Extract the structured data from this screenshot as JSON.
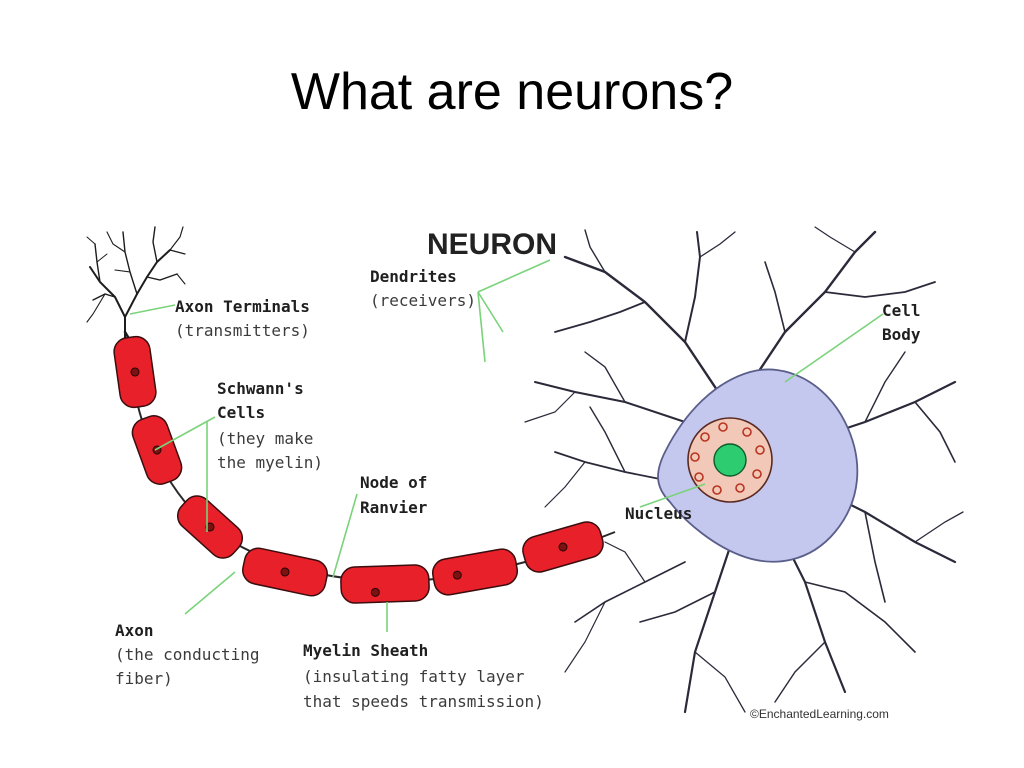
{
  "slide": {
    "title": "What are neurons?"
  },
  "diagram": {
    "heading": "NEURON",
    "labels": {
      "dendrites": "Dendrites",
      "dendrites_note": "(receivers)",
      "axon_terminals": "Axon Terminals",
      "axon_terminals_note": "(transmitters)",
      "cell_body_1": "Cell",
      "cell_body_2": "Body",
      "schwanns_1": "Schwann's",
      "schwanns_2": "Cells",
      "schwanns_note_1": "(they make",
      "schwanns_note_2": "the myelin)",
      "node_1": "Node of",
      "node_2": "Ranvier",
      "nucleus": "Nucleus",
      "axon": "Axon",
      "axon_note_1": "(the conducting",
      "axon_note_2": "fiber)",
      "myelin": "Myelin Sheath",
      "myelin_note_1": "(insulating fatty layer",
      "myelin_note_2": "that speeds transmission)"
    },
    "credit": "©EnchantedLearning.com",
    "colors": {
      "myelin": "#e8202a",
      "cell_body": "#c5c8ee",
      "nucleus_outer": "#f2c8b8",
      "nucleolus": "#2ecc71",
      "pointer": "#7ad37a"
    }
  }
}
